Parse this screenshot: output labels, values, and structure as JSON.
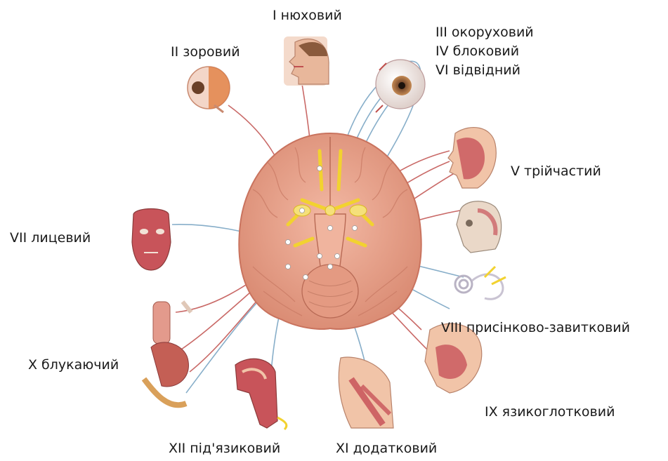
{
  "labels": {
    "olfactory": "I нюховий",
    "optic": "II зоровий",
    "oculomotor": "III окоруховий",
    "trochlear": "IV блоковий",
    "abducens": "VI відвідний",
    "trigeminal": "V трійчастий",
    "facial": "VII лицевий",
    "vestibulocochlear": "VIII присінково-завитковий",
    "vagus": "X блукаючий",
    "glossopharyngeal": "IX язикоглотковий",
    "hypoglossal": "XII під'язиковий",
    "accessory": "XI додатковий"
  },
  "colors": {
    "brain": "#e9a38c",
    "brain_dark": "#c9735e",
    "nerve_yellow": "#f2d230",
    "line_red": "#c0504d",
    "line_blue": "#7ba6c4",
    "muscle": "#c8545a",
    "skin": "#f1c4a8"
  },
  "icons": [
    "eye-icon",
    "head-nose-icon",
    "eyeball-icon",
    "face-muscle-icon",
    "skull-icon",
    "inner-ear-icon",
    "face-front-icon",
    "digestive-organs-icon",
    "tongue-neck-icon",
    "neck-muscles-icon",
    "head-section-icon",
    "brain-base-icon"
  ]
}
